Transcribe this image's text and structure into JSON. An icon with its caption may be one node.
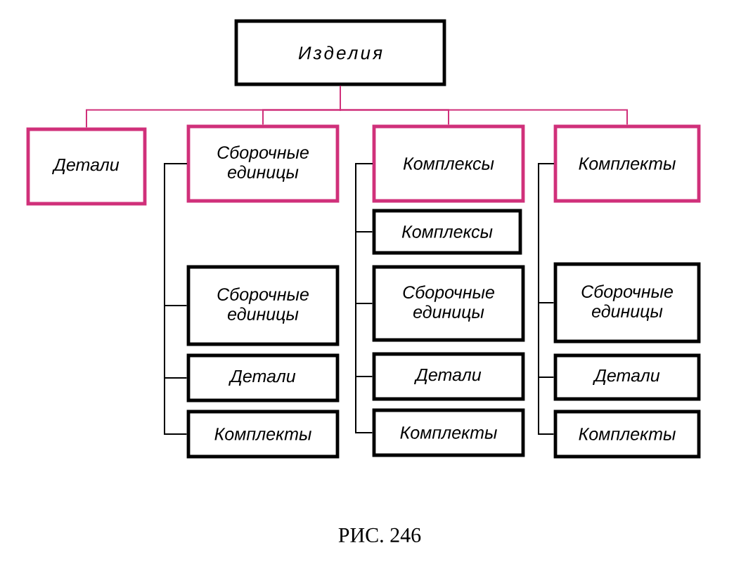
{
  "diagram": {
    "caption": "РИС. 246",
    "nodes": [
      {
        "text": [
          "Изделия"
        ]
      },
      {
        "text": [
          "Детали"
        ]
      },
      {
        "text": [
          "Сборочные единицы"
        ]
      },
      {
        "text": [
          "Комплексы"
        ]
      },
      {
        "text": [
          "Комплекты"
        ]
      },
      {
        "text": [
          "Сборочные единицы"
        ]
      },
      {
        "text": [
          "Детали"
        ]
      },
      {
        "text": [
          "Комплекты"
        ]
      },
      {
        "text": [
          "Комплексы"
        ]
      },
      {
        "text": [
          "Сборочные единицы"
        ]
      },
      {
        "text": [
          "Детали"
        ]
      },
      {
        "text": [
          "Комплекты"
        ]
      },
      {
        "text": [
          "Сборочные единицы"
        ]
      },
      {
        "text": [
          "Детали"
        ]
      },
      {
        "text": [
          "Комплекты"
        ]
      }
    ],
    "edges": [
      {
        "from": 0,
        "to": 1,
        "arrow": "none",
        "color": "#d0307a"
      },
      {
        "from": 0,
        "to": 2,
        "arrow": "none",
        "color": "#d0307a"
      },
      {
        "from": 0,
        "to": 3,
        "arrow": "none",
        "color": "#d0307a"
      },
      {
        "from": 0,
        "to": 4,
        "arrow": "none",
        "color": "#d0307a"
      },
      {
        "from": 2,
        "to": 5,
        "arrow": "none"
      },
      {
        "from": 2,
        "to": 6,
        "arrow": "none"
      },
      {
        "from": 2,
        "to": 7,
        "arrow": "none"
      },
      {
        "from": 3,
        "to": 8,
        "arrow": "none"
      },
      {
        "from": 3,
        "to": 9,
        "arrow": "none"
      },
      {
        "from": 3,
        "to": 10,
        "arrow": "none"
      },
      {
        "from": 3,
        "to": 11,
        "arrow": "none"
      },
      {
        "from": 4,
        "to": 12,
        "arrow": "none"
      },
      {
        "from": 4,
        "to": 13,
        "arrow": "none"
      },
      {
        "from": 4,
        "to": 14,
        "arrow": "none"
      }
    ]
  }
}
